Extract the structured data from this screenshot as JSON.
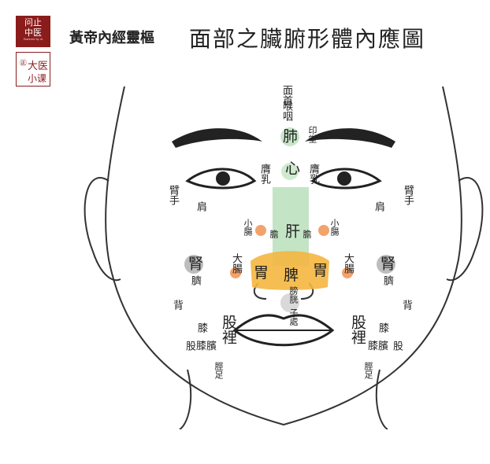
{
  "logo_top": {
    "line1": "问止",
    "line2": "中医",
    "tagline": "Powered by AI"
  },
  "logo_bottom": {
    "line1": "大医",
    "line2": "小课"
  },
  "book_title": "黃帝內經靈樞",
  "diagram_title": "面部之臟腑形體內應圖",
  "labels": {
    "mian_shou": "面首",
    "hou_yan": "喉咽",
    "fei": "肺",
    "yin_tang": "印堂",
    "xin": "心",
    "ying_ru_l": "膺乳",
    "ying_ru_r": "膺乳",
    "bi_shou_l": "臂手",
    "jian_l": "肩",
    "jian_r": "肩",
    "bi_shou_r": "臂手",
    "gan": "肝",
    "xiao_chang_l": "小腸",
    "xiao_chang_r": "小腸",
    "dan_l": "膽",
    "dan_r": "膽",
    "shen_l": "腎",
    "shen_r": "腎",
    "qi_l": "臍",
    "qi_r": "臍",
    "da_chang_l": "大腸",
    "da_chang_r": "大腸",
    "wei_l": "胃",
    "pi": "脾",
    "wei_r": "胃",
    "pang_guang": "膀胱",
    "zi_chu": "子處",
    "bei_l": "背",
    "bei_r": "背",
    "gu_li_l": "股裡",
    "gu_li_r": "股裡",
    "xi_l": "膝",
    "xi_r": "膝",
    "gu_l": "股",
    "gu_r": "股",
    "xi_bin_l": "膝臏",
    "xi_bin_r": "膝臏",
    "jing_zu_l": "脛足",
    "jing_zu_r": "脛足"
  }
}
